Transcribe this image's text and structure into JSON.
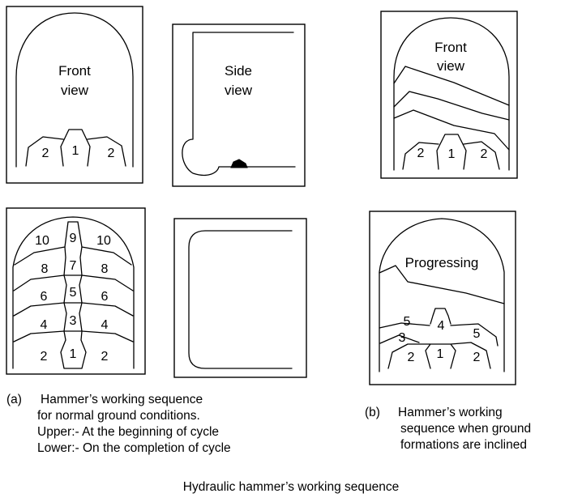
{
  "title": "Hydraulic hammer’s working sequence",
  "panels": {
    "front_view": [
      "Front",
      "view"
    ],
    "side_view": [
      "Side",
      "view"
    ],
    "inclined_front_view": [
      "Front",
      "view"
    ],
    "progressing": "Progressing"
  },
  "sequence_numbers": {
    "normal_start": [
      "2",
      "1",
      "2"
    ],
    "normal_complete": [
      "10",
      "9",
      "10",
      "8",
      "7",
      "8",
      "6",
      "5",
      "6",
      "4",
      "3",
      "4",
      "2",
      "1",
      "2"
    ],
    "inclined_start": [
      "2",
      "1",
      "2"
    ],
    "inclined_progress": [
      "5",
      "4",
      "5",
      "3",
      "2",
      "1",
      "2"
    ]
  },
  "captions": {
    "a": {
      "marker": "(a)",
      "line1": "Hammer’s working sequence",
      "line2": "for normal ground conditions.",
      "line3": "Upper:- At the beginning of cycle",
      "line4": "Lower:- On the completion of cycle"
    },
    "b": {
      "marker": "(b)",
      "line1": "Hammer’s working",
      "line2": "sequence when ground",
      "line3": "formations are inclined"
    }
  }
}
